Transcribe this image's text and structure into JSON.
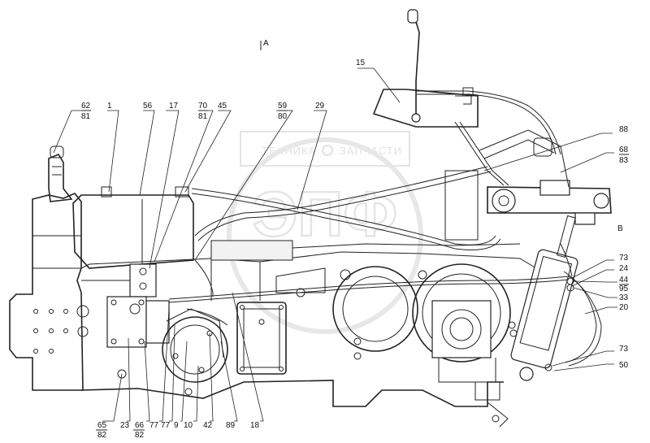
{
  "view_marks": {
    "a": "A",
    "b": "B"
  },
  "watermark": {
    "line1": "ТЕХНИКА",
    "line2": "ЗАПЧАСТИ",
    "logo_letters": "ЭПФ"
  },
  "callouts_top": [
    {
      "id": "c62",
      "num": "62",
      "den": "81"
    },
    {
      "id": "c1",
      "num": "1"
    },
    {
      "id": "c56",
      "num": "56"
    },
    {
      "id": "c17",
      "num": "17"
    },
    {
      "id": "c70",
      "num": "70",
      "den": "81"
    },
    {
      "id": "c45",
      "num": "45"
    },
    {
      "id": "c59",
      "num": "59",
      "den": "80"
    },
    {
      "id": "c29",
      "num": "29"
    },
    {
      "id": "c15",
      "num": "15"
    },
    {
      "id": "c88",
      "num": "88"
    },
    {
      "id": "c68",
      "num": "68",
      "den": "83"
    }
  ],
  "callouts_right": [
    {
      "id": "c73a",
      "num": "73"
    },
    {
      "id": "c24",
      "num": "24"
    },
    {
      "id": "c44",
      "num": "44",
      "den": "95"
    },
    {
      "id": "c33",
      "num": "33"
    },
    {
      "id": "c20",
      "num": "20"
    },
    {
      "id": "c73b",
      "num": "73"
    },
    {
      "id": "c50",
      "num": "50"
    }
  ],
  "callouts_bottom": [
    {
      "id": "c65",
      "num": "65",
      "den": "82"
    },
    {
      "id": "c23",
      "num": "23"
    },
    {
      "id": "c66",
      "num": "66",
      "den": "82"
    },
    {
      "id": "c77a",
      "num": "77"
    },
    {
      "id": "c77b",
      "num": "77"
    },
    {
      "id": "c9",
      "num": "9"
    },
    {
      "id": "c10",
      "num": "10"
    },
    {
      "id": "c42",
      "num": "42"
    },
    {
      "id": "c89",
      "num": "89"
    },
    {
      "id": "c18",
      "num": "18"
    }
  ]
}
